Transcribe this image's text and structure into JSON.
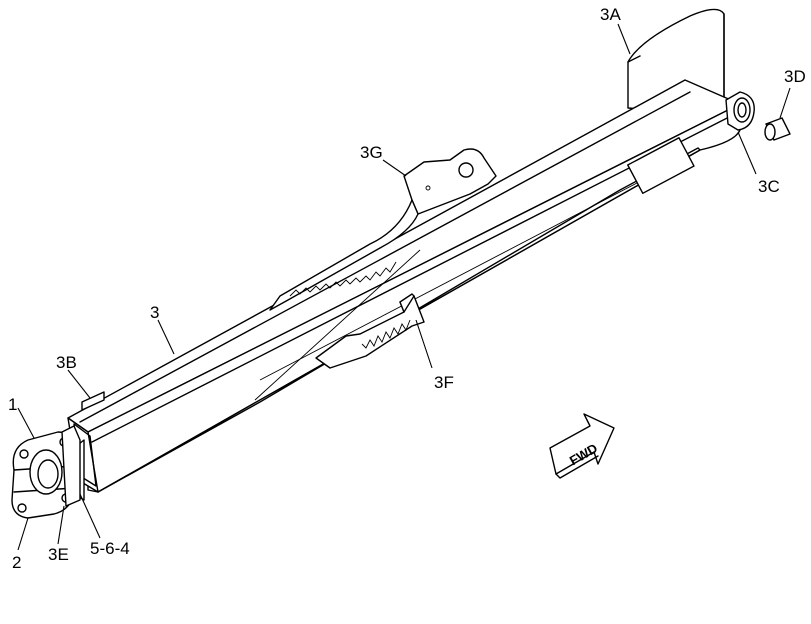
{
  "callouts": {
    "c3A": "3A",
    "c3D": "3D",
    "c3G": "3G",
    "c3C": "3C",
    "c3": "3",
    "c3B": "3B",
    "c3F": "3F",
    "c1": "1",
    "c2": "2",
    "c3E": "3E",
    "c564": "5-6-4"
  },
  "direction_arrow": {
    "label": "FWD"
  },
  "colors": {
    "line": "#000000",
    "background": "#ffffff"
  }
}
